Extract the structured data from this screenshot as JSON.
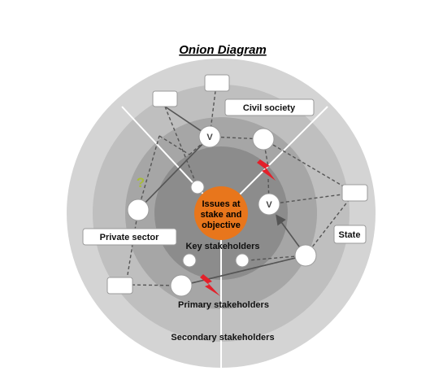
{
  "title": "Onion Diagram",
  "center": {
    "lines": [
      "Issues at",
      "stake and",
      "objective"
    ],
    "color": "#e8761c"
  },
  "rings": {
    "key": "Key stakeholders",
    "primary": "Primary stakeholders",
    "secondary": "Secondary stakeholders"
  },
  "sectors": {
    "civil_society": "Civil society",
    "private_sector": "Private sector",
    "state": "State"
  },
  "markers": {
    "v": "V",
    "question": "?"
  },
  "colors": {
    "outer_ring": "#d4d4d4",
    "secondary_ring": "#bfbfbf",
    "primary_ring": "#a6a6a6",
    "key_ring": "#8c8c8c",
    "conflict": "#e3202a",
    "question": "#a8bc3a"
  },
  "icons": [
    "lightning-conflict-icon",
    "question-mark-icon",
    "arrow-icon"
  ]
}
